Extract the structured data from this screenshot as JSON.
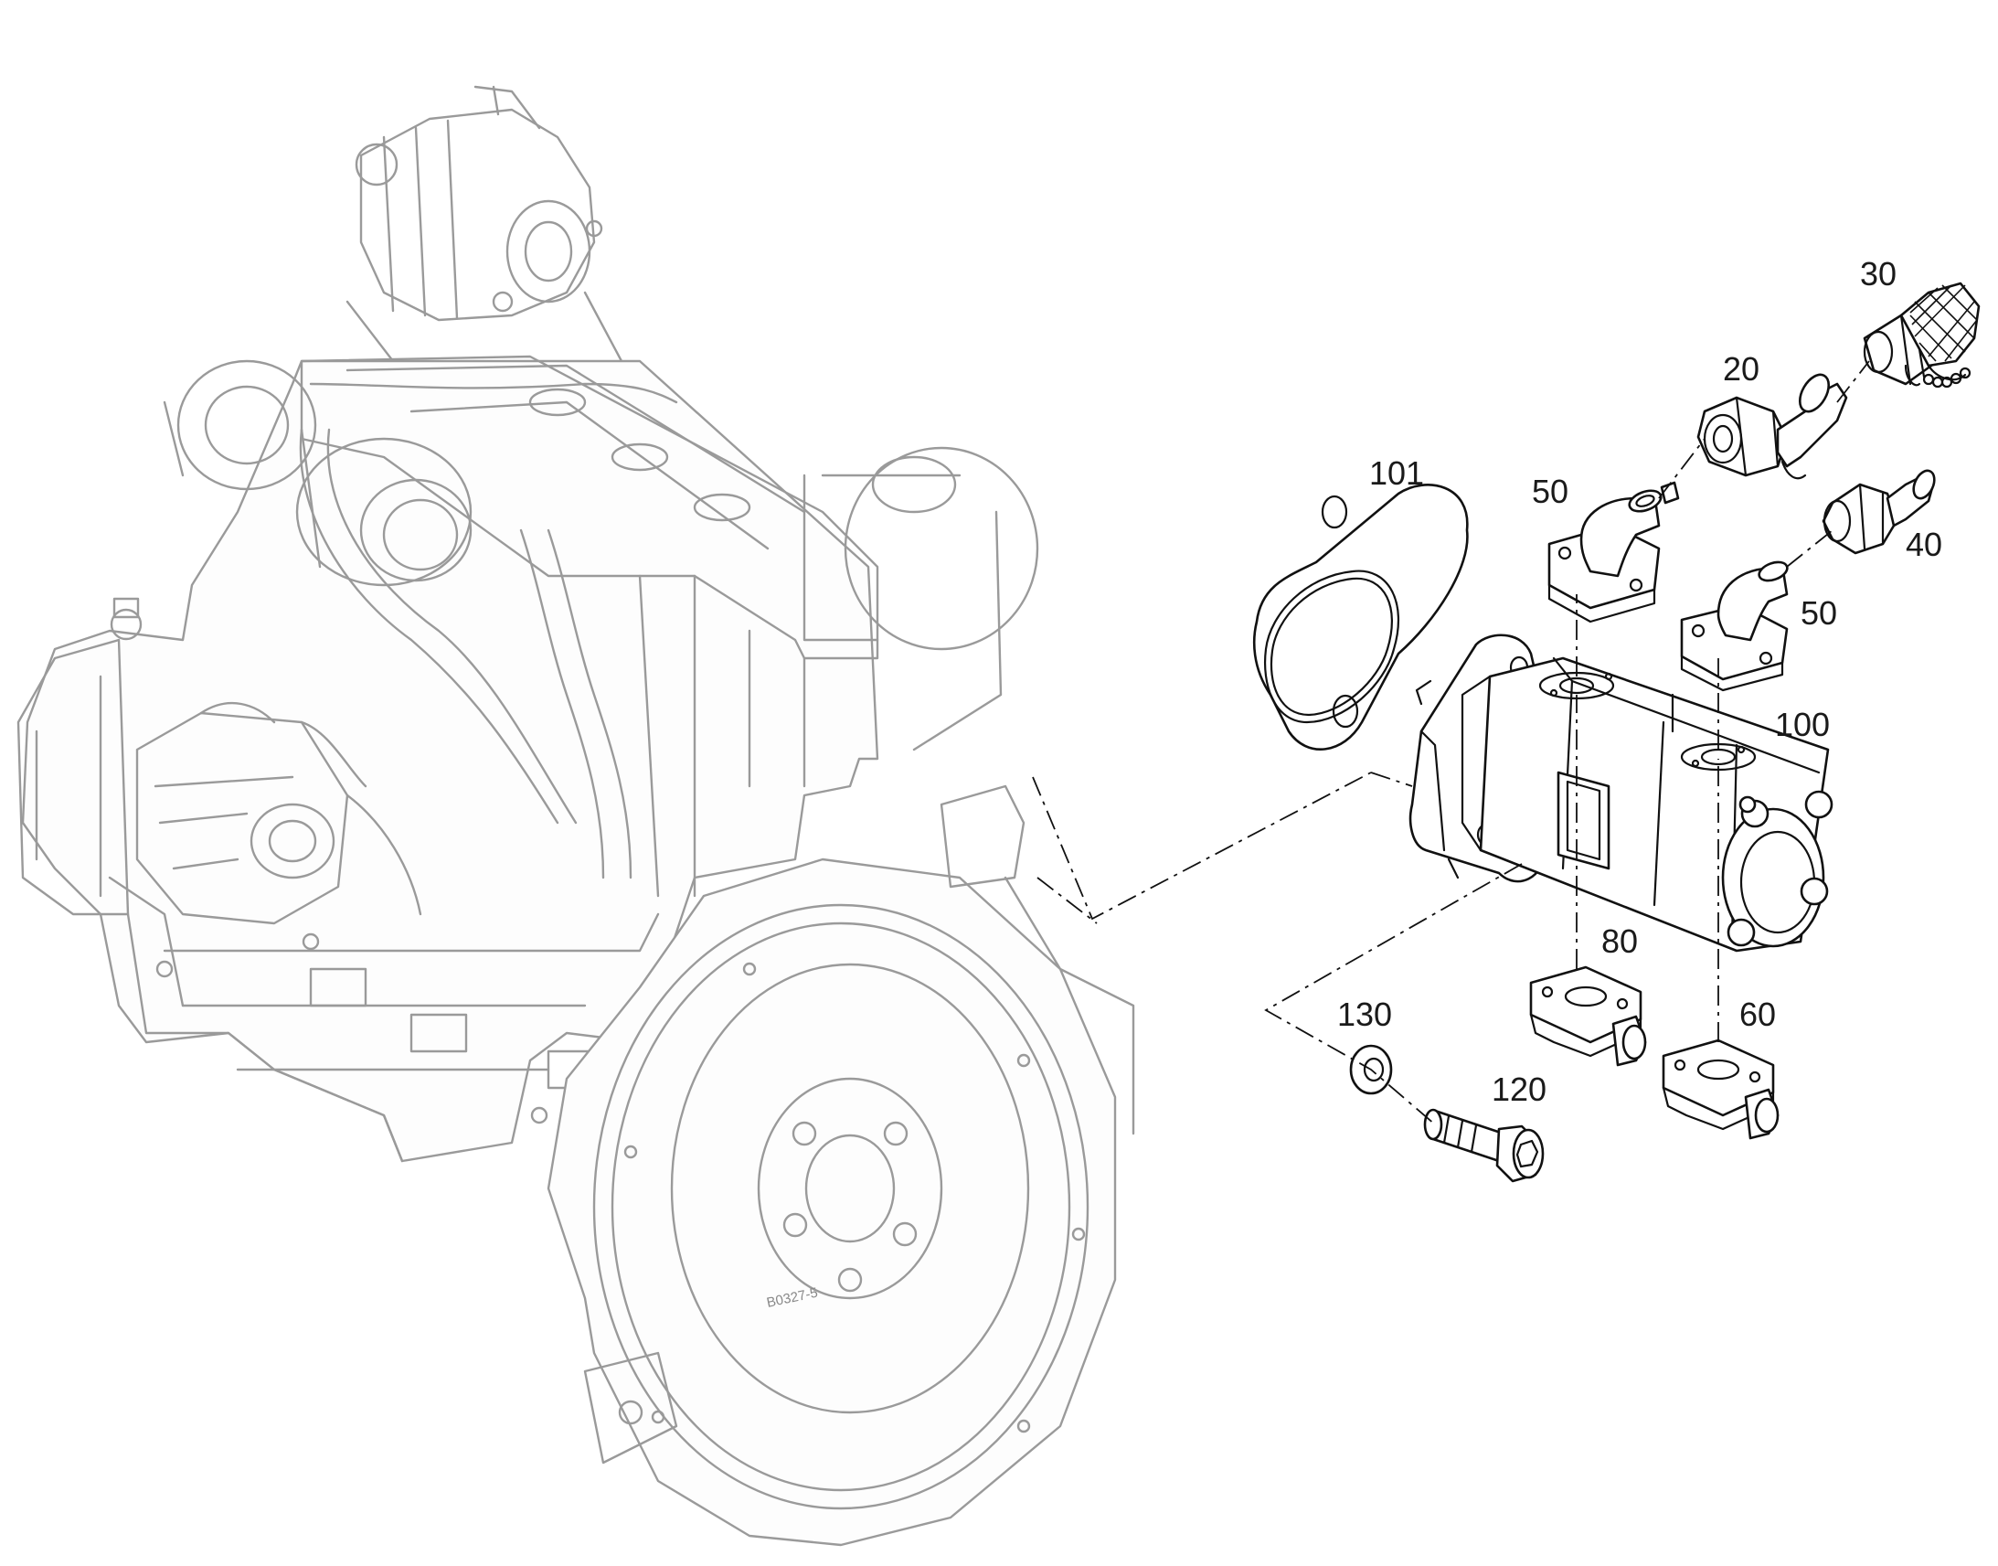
{
  "diagram": {
    "callouts": [
      {
        "id": "30",
        "label": "30"
      },
      {
        "id": "20",
        "label": "20"
      },
      {
        "id": "101",
        "label": "101"
      },
      {
        "id": "50a",
        "label": "50"
      },
      {
        "id": "40",
        "label": "40"
      },
      {
        "id": "50b",
        "label": "50"
      },
      {
        "id": "100",
        "label": "100"
      },
      {
        "id": "80",
        "label": "80"
      },
      {
        "id": "130",
        "label": "130"
      },
      {
        "id": "60",
        "label": "60"
      },
      {
        "id": "120",
        "label": "120"
      }
    ],
    "engine_stamp": "B0327-5"
  }
}
